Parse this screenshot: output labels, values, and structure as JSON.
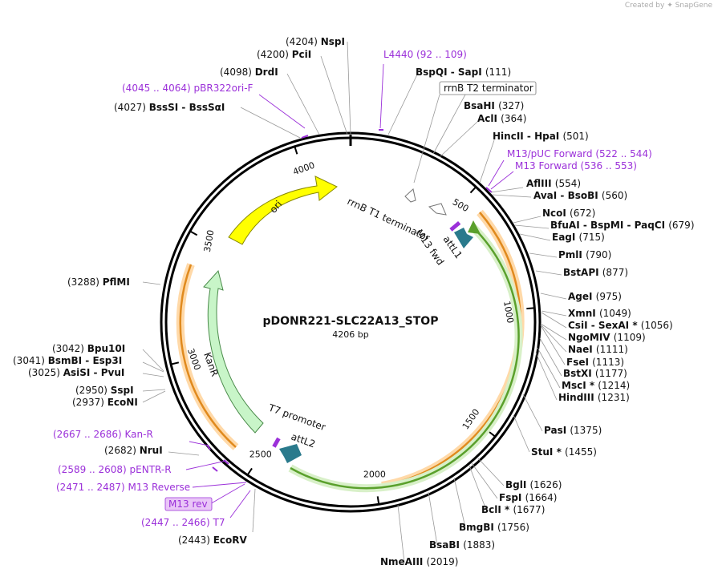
{
  "credit": "Created by ✦ SnapGene",
  "map": {
    "title": "pDONR221-SLC22A13_STOP",
    "subtitle": "4206 bp",
    "total_bp": 4206,
    "ticks": [
      {
        "bp": 500,
        "label": "500"
      },
      {
        "bp": 1000,
        "label": "1000"
      },
      {
        "bp": 1500,
        "label": "1500"
      },
      {
        "bp": 2000,
        "label": "2000"
      },
      {
        "bp": 2500,
        "label": "2500"
      },
      {
        "bp": 3000,
        "label": "3000"
      },
      {
        "bp": 3500,
        "label": "3500"
      },
      {
        "bp": 4000,
        "label": "4000"
      }
    ],
    "sites": [
      {
        "name": "NspI",
        "pos": "(4204)"
      },
      {
        "name": "PciI",
        "pos": "(4200)"
      },
      {
        "name": "DrdI",
        "pos": "(4098)"
      },
      {
        "name": "BssSI  -  BssSαI",
        "pos": "(4027)"
      },
      {
        "name": "BspQI  -  SapI",
        "pos": "(111)"
      },
      {
        "name": "BsaHI",
        "pos": "(327)"
      },
      {
        "name": "AclI",
        "pos": "(364)"
      },
      {
        "name": "HincII  -  HpaI",
        "pos": "(501)"
      },
      {
        "name": "AflIII",
        "pos": "(554)"
      },
      {
        "name": "AvaI  -  BsoBI",
        "pos": "(560)"
      },
      {
        "name": "NcoI",
        "pos": "(672)"
      },
      {
        "name": "BfuAI  -  BspMI  -  PaqCI",
        "pos": "(679)"
      },
      {
        "name": "EagI",
        "pos": "(715)"
      },
      {
        "name": "PmlI",
        "pos": "(790)"
      },
      {
        "name": "BstAPI",
        "pos": "(877)"
      },
      {
        "name": "AgeI",
        "pos": "(975)"
      },
      {
        "name": "XmnI",
        "pos": "(1049)"
      },
      {
        "name": "CsiI  -  SexAI *",
        "pos": "(1056)"
      },
      {
        "name": "NgoMIV",
        "pos": "(1109)"
      },
      {
        "name": "NaeI",
        "pos": "(1111)"
      },
      {
        "name": "FseI",
        "pos": "(1113)"
      },
      {
        "name": "BstXI",
        "pos": "(1177)"
      },
      {
        "name": "MscI *",
        "pos": "(1214)"
      },
      {
        "name": "HindIII",
        "pos": "(1231)"
      },
      {
        "name": "PasI",
        "pos": "(1375)"
      },
      {
        "name": "StuI *",
        "pos": "(1455)"
      },
      {
        "name": "BglI",
        "pos": "(1626)"
      },
      {
        "name": "FspI",
        "pos": "(1664)"
      },
      {
        "name": "BclI *",
        "pos": "(1677)"
      },
      {
        "name": "BmgBI",
        "pos": "(1756)"
      },
      {
        "name": "BsaBI",
        "pos": "(1883)"
      },
      {
        "name": "NmeAIII",
        "pos": "(2019)"
      },
      {
        "name": "EcoRV",
        "pos": "(2443)"
      },
      {
        "name": "NruI",
        "pos": "(2682)"
      },
      {
        "name": "EcoNI",
        "pos": "(2937)"
      },
      {
        "name": "SspI",
        "pos": "(2950)"
      },
      {
        "name": "AsiSI  -  PvuI",
        "pos": "(3025)"
      },
      {
        "name": "BsmBI  -  Esp3I",
        "pos": "(3041)"
      },
      {
        "name": "Bpu10I",
        "pos": "(3042)"
      },
      {
        "name": "PflMI",
        "pos": "(3288)"
      }
    ],
    "primers": [
      {
        "name": "L4440",
        "range": "(92 .. 109)"
      },
      {
        "name": "pBR322ori-F",
        "range": "(4045 .. 4064)"
      },
      {
        "name": "M13/pUC Forward",
        "range": "(522 .. 544)"
      },
      {
        "name": "M13 Forward",
        "range": "(536 .. 553)"
      },
      {
        "name": "Kan-R",
        "range": "(2667 .. 2686)"
      },
      {
        "name": "pENTR-R",
        "range": "(2589 .. 2608)"
      },
      {
        "name": "M13 Reverse",
        "range": "(2471 .. 2487)"
      },
      {
        "name": "M13 rev",
        "range": ""
      },
      {
        "name": "T7",
        "range": "(2447 .. 2466)"
      }
    ],
    "features": {
      "rrnb_t2": "rrnB T2 terminator",
      "rrnb_t1": "rrnB T1 terminator",
      "m13_fwd": "M13 fwd",
      "attl1": "attL1",
      "ori": "ori",
      "kanr": "KanR",
      "t7_promoter": "T7 promoter",
      "attl2": "attL2"
    },
    "colors": {
      "primer": "#9b30d9",
      "ori": "#ffff00",
      "kanr": "#c8f5c8",
      "att": "#2a7a8c",
      "orange": "#ffa040",
      "green": "#5aa02c",
      "backbone": "#000000"
    }
  }
}
